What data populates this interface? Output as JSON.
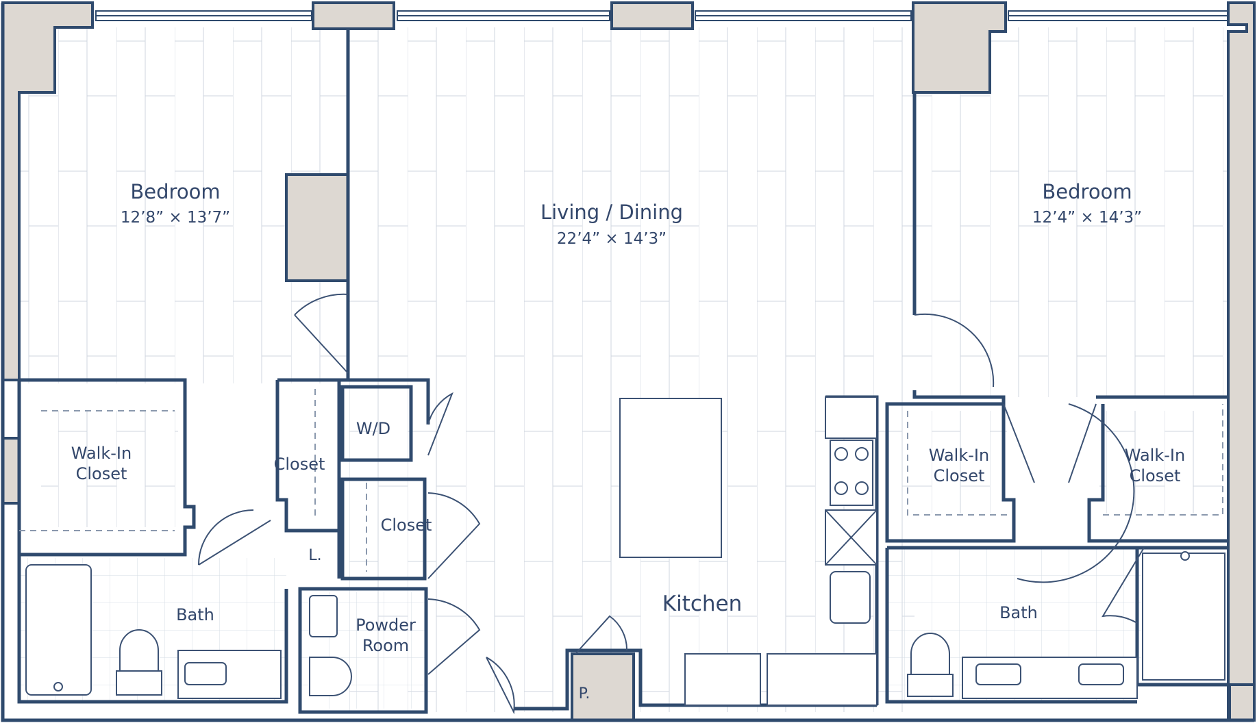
{
  "rooms": {
    "bedroom_left": {
      "name": "Bedroom",
      "dims": "12’8” × 13’7”"
    },
    "living_dining": {
      "name": "Living / Dining",
      "dims": "22’4” × 14’3”"
    },
    "bedroom_right": {
      "name": "Bedroom",
      "dims": "12’4” × 14’3”"
    },
    "walkin_left": {
      "line1": "Walk-In",
      "line2": "Closet"
    },
    "walkin_mid": {
      "line1": "Walk-In",
      "line2": "Closet"
    },
    "walkin_right": {
      "line1": "Walk-In",
      "line2": "Closet"
    },
    "closet_a": {
      "name": "Closet"
    },
    "closet_b": {
      "name": "Closet"
    },
    "washer_dryer": {
      "name": "W/D"
    },
    "linen": {
      "name": "L."
    },
    "pantry": {
      "name": "P."
    },
    "bath_left": {
      "name": "Bath"
    },
    "bath_right": {
      "name": "Bath"
    },
    "powder_room": {
      "line1": "Powder",
      "line2": "Room"
    },
    "kitchen": {
      "name": "Kitchen"
    }
  },
  "colors": {
    "wall": "#2f4a6d",
    "column": "#ddd8d2",
    "floor_lines": "#cfd6df",
    "fixture": "#3c5274"
  }
}
